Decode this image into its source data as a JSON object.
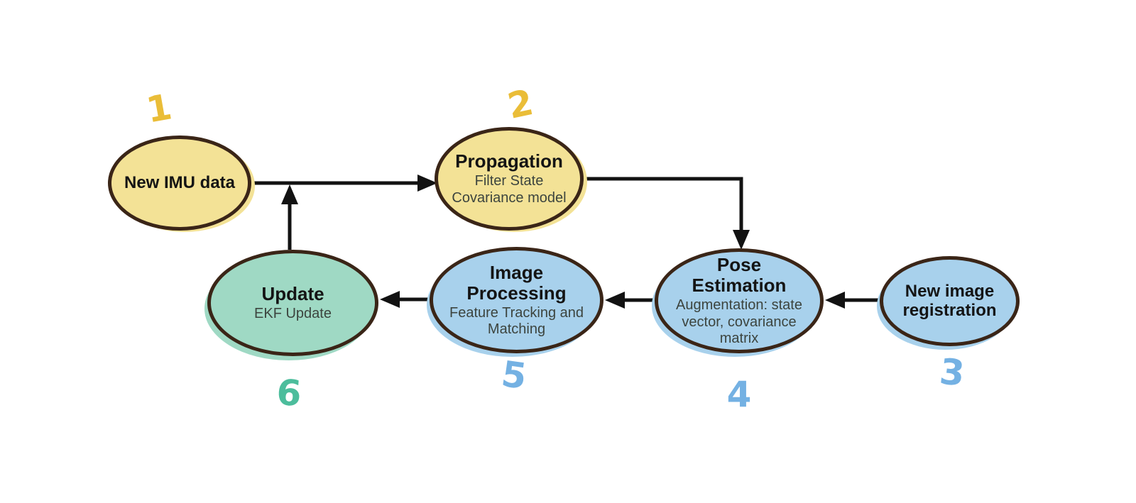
{
  "diagram": {
    "type": "flowchart",
    "background_color": "#ffffff",
    "node_border_color": "#3a2517",
    "arrow_color": "#121212",
    "nodes": [
      {
        "id": "new-imu-data",
        "step": "1",
        "step_color": "#eabd38",
        "title": "New IMU data",
        "subtitle": "",
        "fill": "#f3e296"
      },
      {
        "id": "propagation",
        "step": "2",
        "step_color": "#eabd38",
        "title": "Propagation",
        "subtitle": "Filter State Covariance model",
        "fill": "#f3e296"
      },
      {
        "id": "new-image-registration",
        "step": "3",
        "step_color": "#74b1e3",
        "title": "New image registration",
        "subtitle": "",
        "fill": "#a8d1ec"
      },
      {
        "id": "pose-estimation",
        "step": "4",
        "step_color": "#74b1e3",
        "title": "Pose Estimation",
        "subtitle": "Augmentation: state vector, covariance matrix",
        "fill": "#a8d1ec"
      },
      {
        "id": "image-processing",
        "step": "5",
        "step_color": "#74b1e3",
        "title": "Image Processing",
        "subtitle": "Feature Tracking and Matching",
        "fill": "#a8d1ec"
      },
      {
        "id": "update",
        "step": "6",
        "step_color": "#4cbd9c",
        "title": "Update",
        "subtitle": "EKF Update",
        "fill": "#9fd9c4"
      }
    ],
    "edges": [
      {
        "from": "new-imu-data",
        "to": "propagation"
      },
      {
        "from": "update",
        "to": "propagation"
      },
      {
        "from": "propagation",
        "to": "pose-estimation"
      },
      {
        "from": "new-image-registration",
        "to": "pose-estimation"
      },
      {
        "from": "pose-estimation",
        "to": "image-processing"
      },
      {
        "from": "image-processing",
        "to": "update"
      }
    ]
  }
}
